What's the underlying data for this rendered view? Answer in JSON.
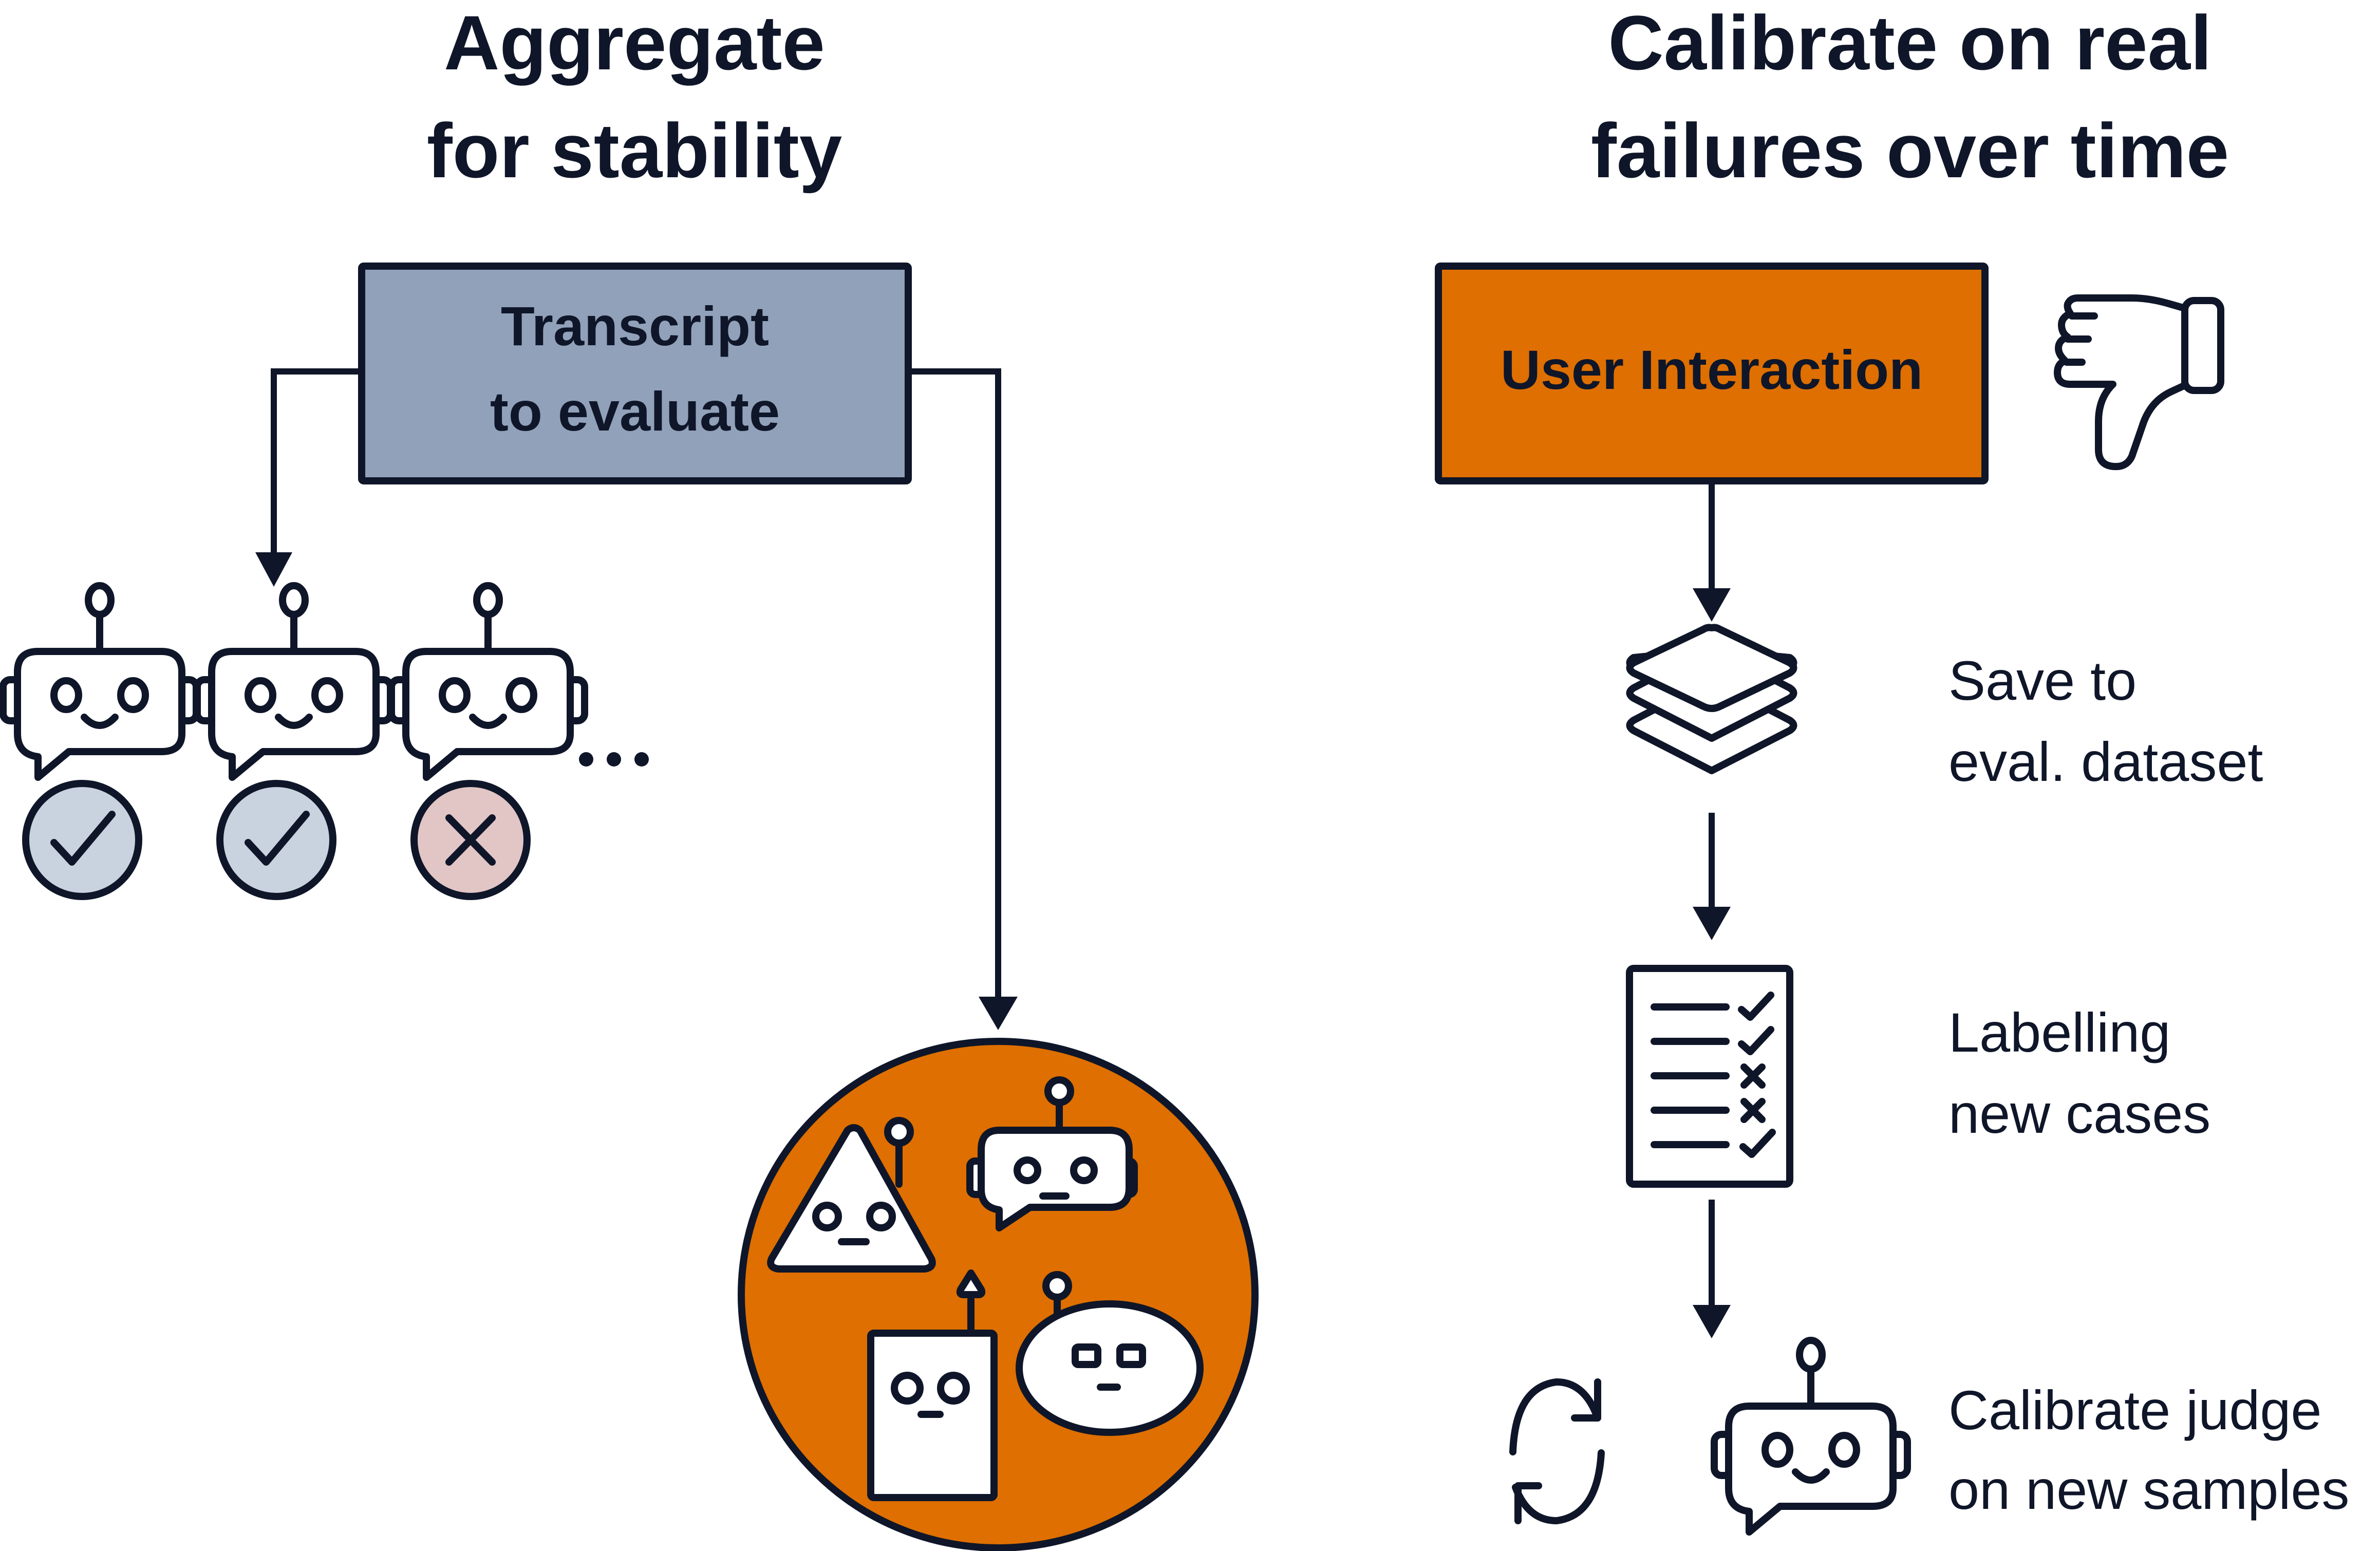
{
  "left_panel": {
    "title_line1": "Aggregate",
    "title_line2": "for stability",
    "source_box": {
      "line1": "Transcript",
      "line2": "to evaluate",
      "fill_color": "#91a1b9"
    },
    "judges": [
      {
        "verdict": "pass",
        "icon": "check-icon",
        "badge_color": "#c9d3df"
      },
      {
        "verdict": "pass",
        "icon": "check-icon",
        "badge_color": "#c9d3df"
      },
      {
        "verdict": "fail",
        "icon": "x-icon",
        "badge_color": "#e2c5c5"
      }
    ],
    "ellipsis": "...",
    "ensemble": {
      "fill_color": "#de6f00",
      "members": [
        "triangle-robot",
        "chat-robot",
        "rectangle-robot",
        "oval-robot"
      ]
    }
  },
  "right_panel": {
    "title_line1": "Calibrate on real",
    "title_line2": "failures over time",
    "source_box": {
      "label": "User Interaction",
      "fill_color": "#de6f00"
    },
    "feedback_icon": "thumbs-down-icon",
    "steps": [
      {
        "icon": "layers-icon",
        "line1": "Save to",
        "line2": "eval. dataset"
      },
      {
        "icon": "checklist-icon",
        "line1": "Labelling",
        "line2": "new cases"
      },
      {
        "icon": "refresh-robot-icon",
        "line1": "Calibrate judge",
        "line2": "on new samples"
      }
    ]
  },
  "colors": {
    "ink": "#0f1629",
    "orange": "#de6f00",
    "slate": "#91a1b9",
    "pass_badge": "#c9d3df",
    "fail_badge": "#e2c5c5"
  }
}
